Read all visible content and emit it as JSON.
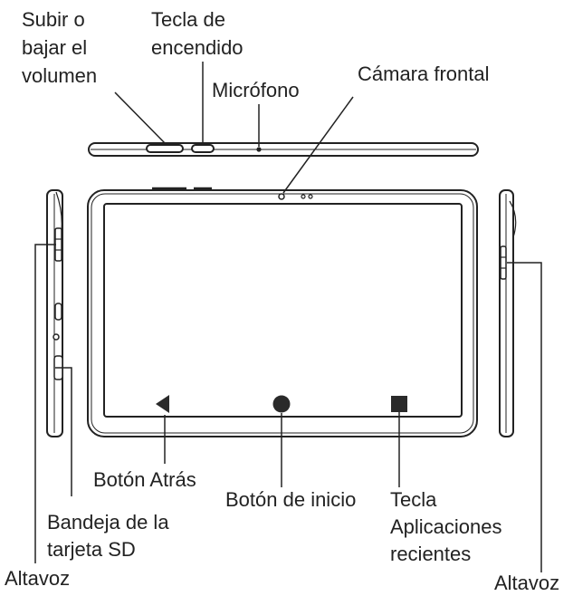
{
  "labels": {
    "volume": [
      "Subir o",
      "bajar el",
      "volumen"
    ],
    "power": [
      "Tecla de",
      "encendido"
    ],
    "microphone": "Micrófono",
    "front_camera": "Cámara frontal",
    "back_button": "Botón Atrás",
    "home_button": "Botón de inicio",
    "recent_apps": [
      "Tecla",
      "Aplicaciones",
      "recientes"
    ],
    "sd_tray": [
      "Bandeja de la",
      "tarjeta SD"
    ],
    "speaker_left": "Altavoz",
    "speaker_right": "Altavoz"
  },
  "colors": {
    "line": "#222222",
    "device_fill": "#ffffff",
    "nav_fill": "#2a2a2a"
  }
}
